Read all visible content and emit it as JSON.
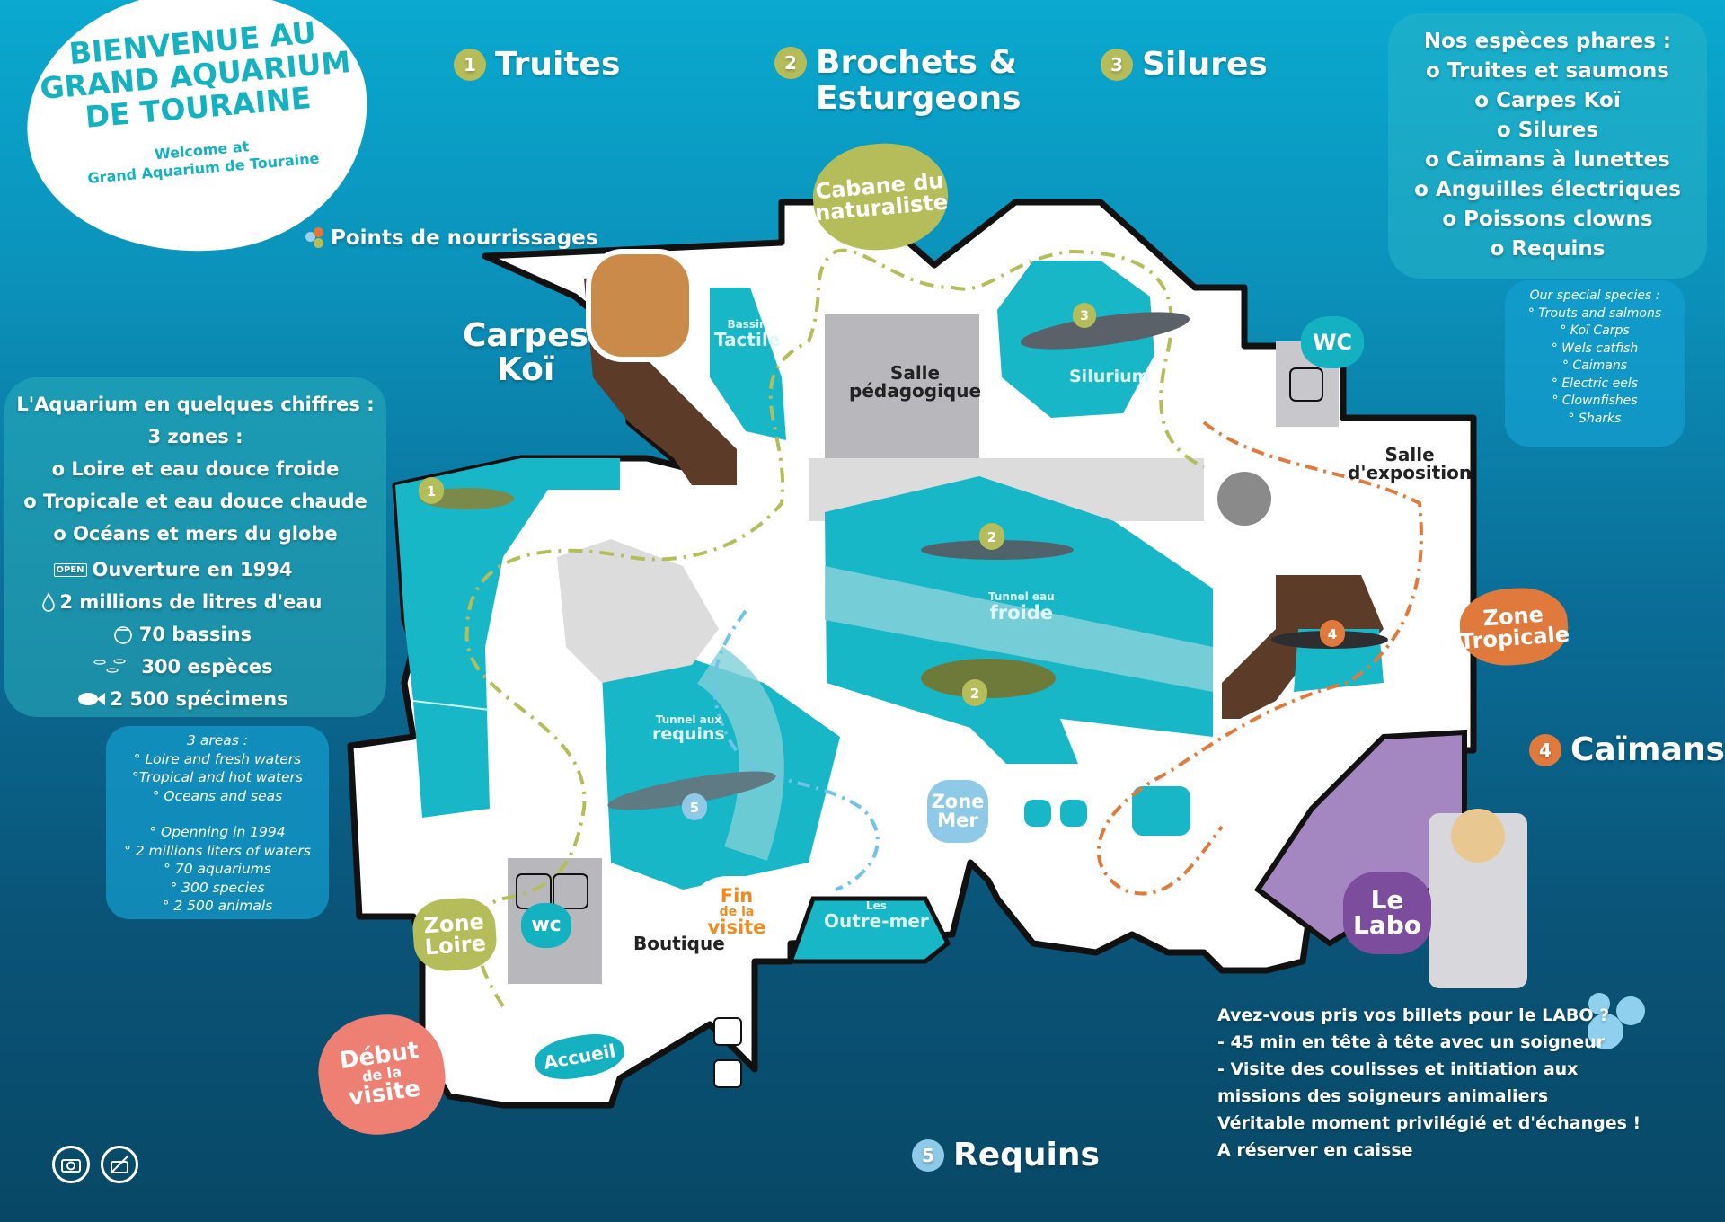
{
  "welcome": {
    "title_lines": [
      "BIENVENUE AU",
      "GRAND AQUARIUM",
      "DE TOURAINE"
    ],
    "subtitle_lines": [
      "Welcome at",
      "Grand Aquarium de Touraine"
    ]
  },
  "legend": {
    "feeding_points": "Points de nourrissages",
    "feeding_dot_colors": [
      "#9fd0ec",
      "#e07a3c",
      "#b5bd5a"
    ]
  },
  "species_headings": [
    {
      "num": "1",
      "label": "Truites",
      "color": "#b5bd5a"
    },
    {
      "num": "2",
      "label": "Brochets &",
      "label2": "Esturgeons",
      "color": "#b5bd5a"
    },
    {
      "num": "3",
      "label": "Silures",
      "color": "#b5bd5a"
    },
    {
      "num": "4",
      "label": "Caïmans",
      "color": "#e07a3c"
    },
    {
      "num": "5",
      "label": "Requins",
      "color": "#8ec9e8"
    }
  ],
  "featured_species": {
    "title": "Nos espèces phares :",
    "items": [
      "o Truites et saumons",
      "o Carpes Koï",
      "o Silures",
      "o Caïmans à lunettes",
      "o Anguilles électriques",
      "o Poissons clowns",
      "o Requins"
    ],
    "en_title": "Our special species :",
    "en_items": [
      "° Trouts and salmons",
      "° Koï Carps",
      "° Wels catfish",
      "° Caimans",
      "° Electric eels",
      "° Clownfishes",
      "° Sharks"
    ]
  },
  "figures": {
    "title": "L'Aquarium en quelques chiffres :",
    "zones_title": "3 zones :",
    "zones": [
      "o Loire et eau douce froide",
      "o Tropicale et eau douce chaude",
      "o Océans et mers du globe"
    ],
    "stats": [
      {
        "icon": "open-sign-icon",
        "glyph": "OPEN",
        "text": "Ouverture en 1994"
      },
      {
        "icon": "water-drop-icon",
        "glyph": "💧",
        "text": "2 millions de litres d'eau"
      },
      {
        "icon": "fishbowl-icon",
        "glyph": "◍",
        "text": "70 bassins"
      },
      {
        "icon": "fish-school-icon",
        "glyph": "⋯",
        "text": "300 espèces"
      },
      {
        "icon": "fish-icon",
        "glyph": "🐟",
        "text": "2 500 spécimens"
      }
    ],
    "en_lines": [
      "3 areas :",
      "° Loire and fresh waters",
      "°Tropical and hot waters",
      "° Oceans and seas",
      "",
      "° Openning in 1994",
      "° 2 millions liters of waters",
      "° 70 aquariums",
      "° 300 species",
      "° 2 500 animals"
    ]
  },
  "map": {
    "carpes_koi": [
      "Carpes",
      "Koï"
    ],
    "bassin_tactile": [
      "Bassin",
      "Tactile"
    ],
    "cabane": [
      "Cabane du",
      "naturaliste"
    ],
    "salle_pedagogique": [
      "Salle",
      "pédagogique"
    ],
    "silurium": "Silurium",
    "wc_top": "WC",
    "salle_exposition": [
      "Salle",
      "d'exposition"
    ],
    "tunnel_froide": [
      "Tunnel eau",
      "froide"
    ],
    "zone_tropicale": [
      "Zone",
      "Tropicale"
    ],
    "tunnel_requins": [
      "Tunnel aux",
      "requins"
    ],
    "zone_mer": [
      "Zone",
      "Mer"
    ],
    "les_outre_mer": [
      "Les",
      "Outre-mer"
    ],
    "fin_visite": [
      "Fin",
      "de la",
      "visite"
    ],
    "boutique": "Boutique",
    "wc_bottom": "wc",
    "zone_loire": [
      "Zone",
      "Loire"
    ],
    "debut_visite": [
      "Début",
      "de la",
      "visite"
    ],
    "accueil": "Accueil",
    "le_labo": [
      "Le",
      "Labo"
    ],
    "markers": {
      "trout": "1",
      "sturgeon": "2",
      "pike": "2",
      "catfish": "3",
      "caiman": "4",
      "shark": "5"
    }
  },
  "labo_info": {
    "lines": [
      "Avez-vous pris vos billets pour le LABO ?",
      "- 45 min en tête à tête avec un soigneur",
      "- Visite des coulisses et initiation aux",
      "missions des soigneurs animaliers",
      "Véritable moment privilégié et d'échanges !",
      "A réserver en caisse"
    ]
  },
  "colors": {
    "olive": "#b5bd5a",
    "orange": "#e07a3c",
    "teal": "#14b1c0",
    "coral": "#ee7f73",
    "purple": "#7b4d9c",
    "light_blue": "#8ec9e8",
    "pool": "#17b7c8"
  }
}
